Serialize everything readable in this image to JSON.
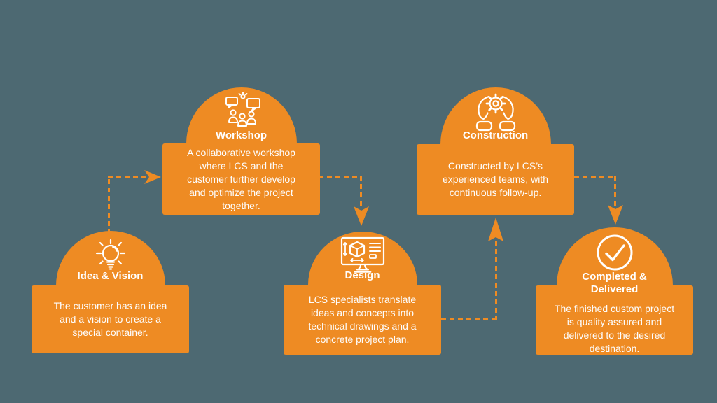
{
  "page": {
    "background_color": "#4d6972",
    "accent_color": "#ee8b23",
    "text_color": "#ffffff"
  },
  "diagram": {
    "steps": [
      {
        "icon": "lightbulb-icon",
        "title": "Idea & Vision",
        "description": [
          "The customer has an idea",
          "and a vision to create a",
          "special container."
        ]
      },
      {
        "icon": "brainstorm-people-icon",
        "title": "Workshop",
        "description": [
          "A collaborative workshop",
          "where LCS and the",
          "customer further develop",
          "and optimize the project",
          "together."
        ]
      },
      {
        "icon": "cad-monitor-icon",
        "title": "Design",
        "description": [
          "LCS specialists translate",
          "ideas and concepts into",
          "technical drawings and a",
          "concrete project plan."
        ]
      },
      {
        "icon": "hands-gear-icon",
        "title": "Construction",
        "description": [
          "Constructed by LCS’s",
          "experienced teams, with",
          "continuous follow-up."
        ]
      },
      {
        "icon": "check-circle-icon",
        "title": [
          "Completed &",
          "Delivered"
        ],
        "description": [
          "The finished custom project",
          "is quality assured and",
          "delivered to the desired",
          "destination."
        ]
      }
    ]
  }
}
